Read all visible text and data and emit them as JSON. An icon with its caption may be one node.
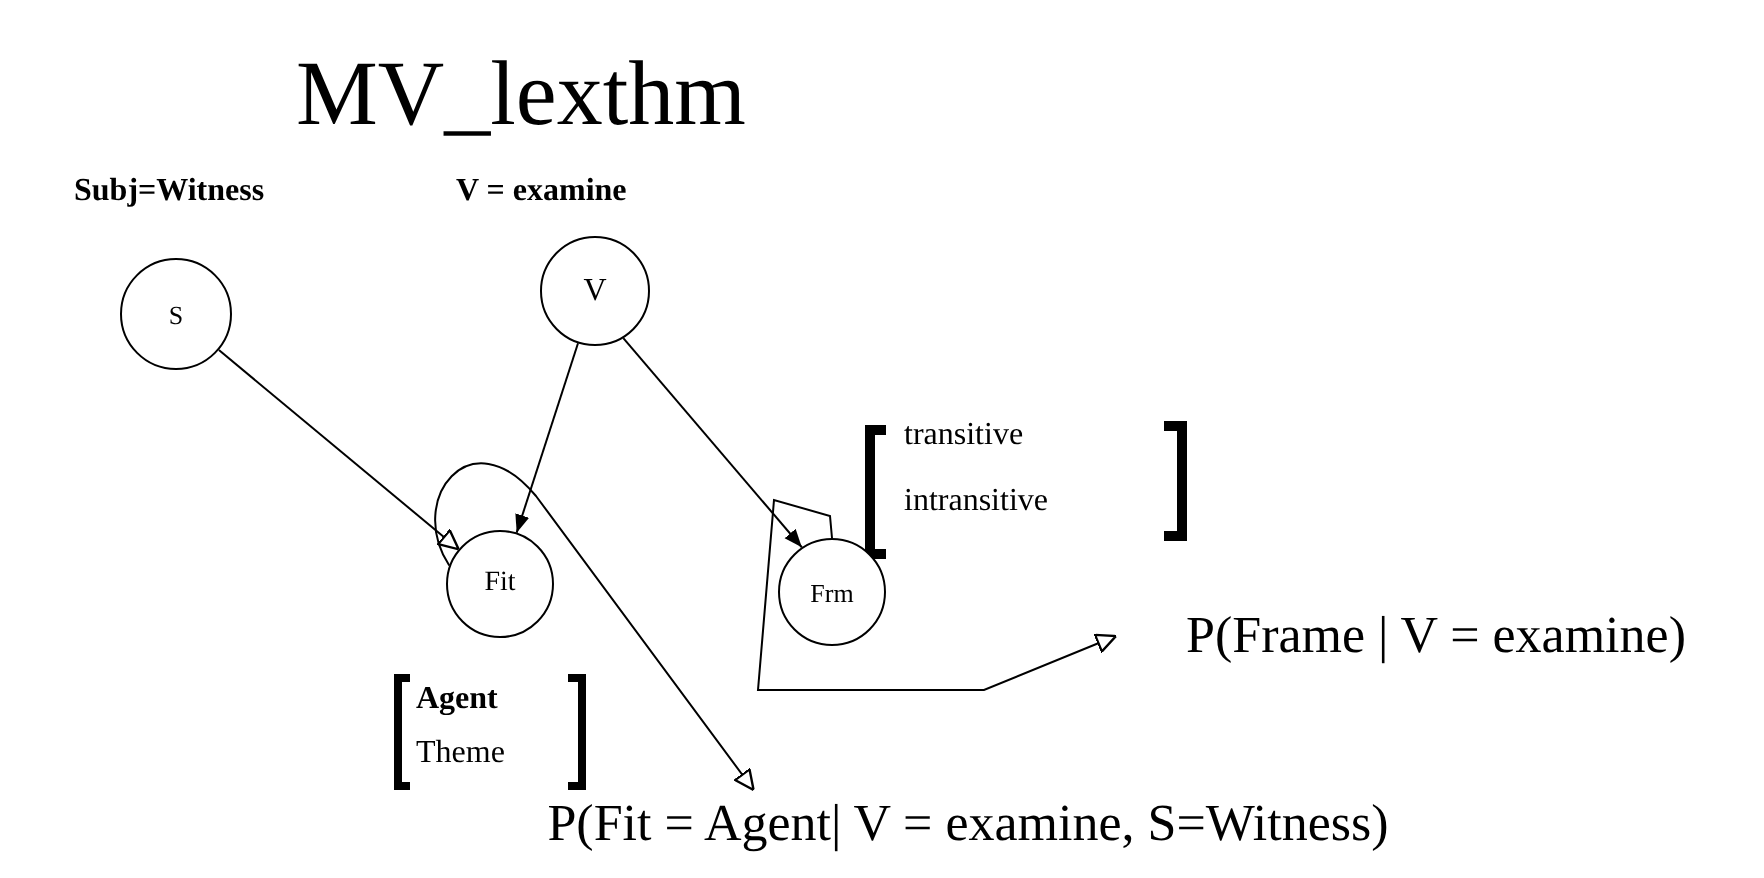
{
  "diagram": {
    "title": "MV_lexthm",
    "nodes": [
      {
        "text": [
          "S"
        ],
        "beside": [
          "Subj=Witness"
        ]
      },
      {
        "text": [
          "V"
        ],
        "beside": [
          "V = examine"
        ]
      },
      {
        "text": [
          "Fit"
        ]
      },
      {
        "text": [
          "Frm"
        ]
      },
      {
        "text": [
          "P(Frame | V = examine)"
        ]
      },
      {
        "text": [
          "P(Fit = Agent| V = examine, S=Witness)"
        ]
      }
    ],
    "edges": [
      {
        "from": 0,
        "to": 2,
        "arrow": "to"
      },
      {
        "from": 1,
        "to": 2,
        "arrow": "to"
      },
      {
        "from": 1,
        "to": 3,
        "arrow": "to"
      },
      {
        "from": 2,
        "to": 5,
        "arrow": "to"
      },
      {
        "from": 3,
        "to": 4,
        "arrow": "to"
      }
    ],
    "labels": [
      "Agent",
      "Theme",
      "transitive",
      "intransitive"
    ]
  }
}
